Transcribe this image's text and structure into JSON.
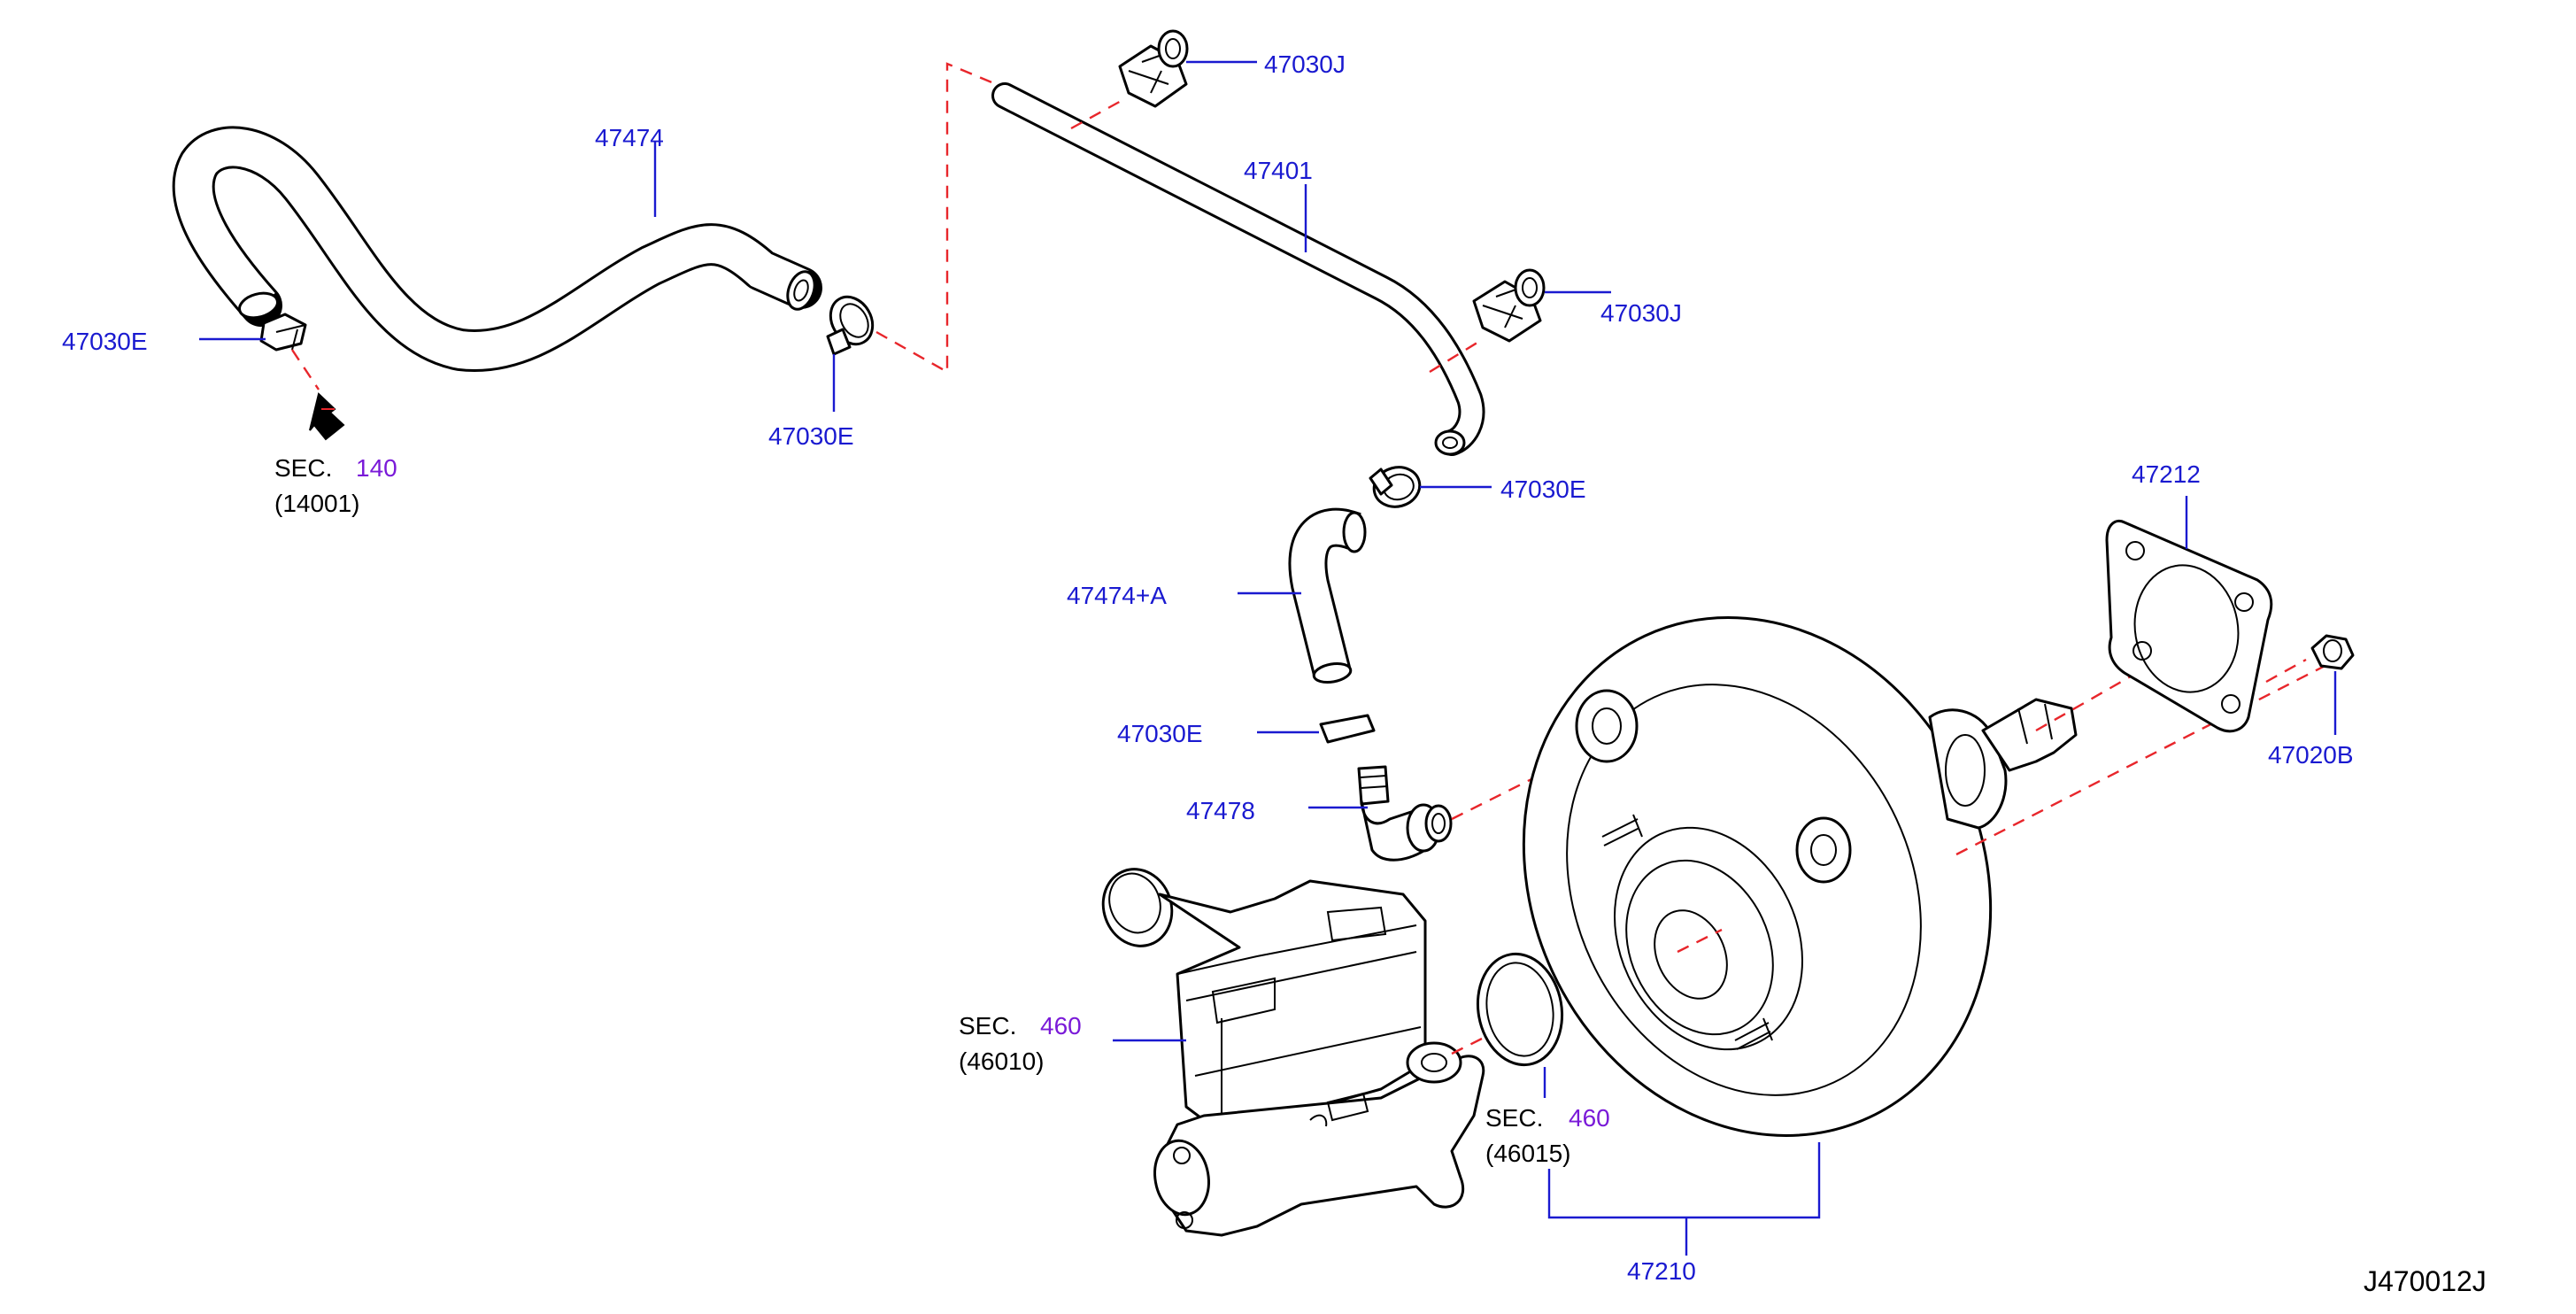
{
  "parts": {
    "hose_47474": "47474",
    "clamp_47030e_left": "47030E",
    "clamp_47030e_mid": "47030E",
    "clip_47030j_top": "47030J",
    "tube_47401": "47401",
    "clip_47030j_right": "47030J",
    "clamp_47030e_upper_right": "47030E",
    "hose_47474a": "47474+A",
    "clamp_47030e_lower": "47030E",
    "valve_47478": "47478",
    "gasket_47212": "47212",
    "nut_47020b": "47020B",
    "booster_47210": "47210"
  },
  "sections": {
    "sec140": {
      "prefix": "SEC.",
      "number": "140",
      "sub": "(14001)"
    },
    "sec460_master": {
      "prefix": "SEC.",
      "number": "460",
      "sub": "(46010)"
    },
    "sec460_seal": {
      "prefix": "SEC.",
      "number": "460",
      "sub": "(46015)"
    }
  },
  "diagram_code": "J470012J",
  "colors": {
    "label": "#1a1ad0",
    "section_number": "#7a1ad8",
    "dashed_line": "#e8262b",
    "line_art": "#000000"
  }
}
